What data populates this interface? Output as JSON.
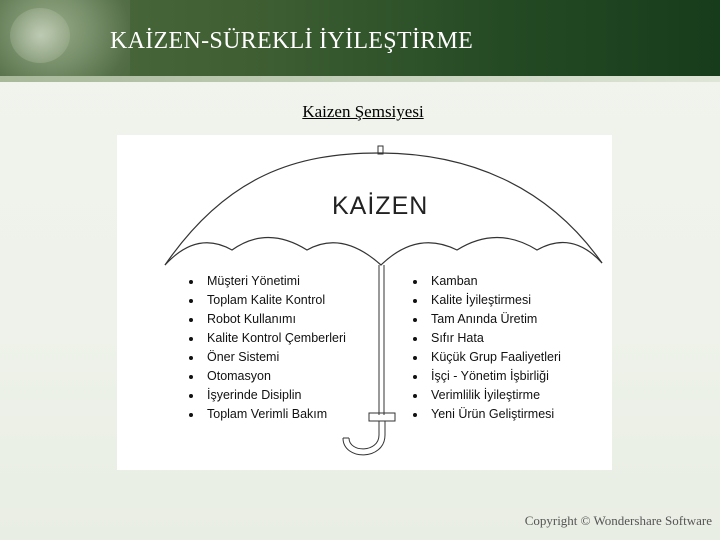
{
  "slide": {
    "title": "KAİZEN-SÜREKLİ İYİLEŞTİRME",
    "subtitle": "Kaizen Şemsiyesi",
    "copyright": "Copyright © Wondershare Software"
  },
  "umbrella": {
    "label": "KAİZEN",
    "left_items": [
      "Müşteri Yönetimi",
      "Toplam Kalite Kontrol",
      "Robot Kullanımı",
      "Kalite Kontrol Çemberleri",
      "Öner Sistemi",
      "Otomasyon",
      "İşyerinde Disiplin",
      "Toplam Verimli Bakım"
    ],
    "right_items": [
      "Kamban",
      "Kalite İyileştirmesi",
      "Tam Anında Üretim",
      "Sıfır Hata",
      "Küçük Grup Faaliyetleri",
      "İşçi - Yönetim İşbirliği",
      "Verimlilik İyileştirme",
      "Yeni Ürün Geliştirmesi"
    ]
  },
  "colors": {
    "header_dark": "#173c1b",
    "header_light": "#4d6b3d",
    "background": "#eef2ea"
  }
}
